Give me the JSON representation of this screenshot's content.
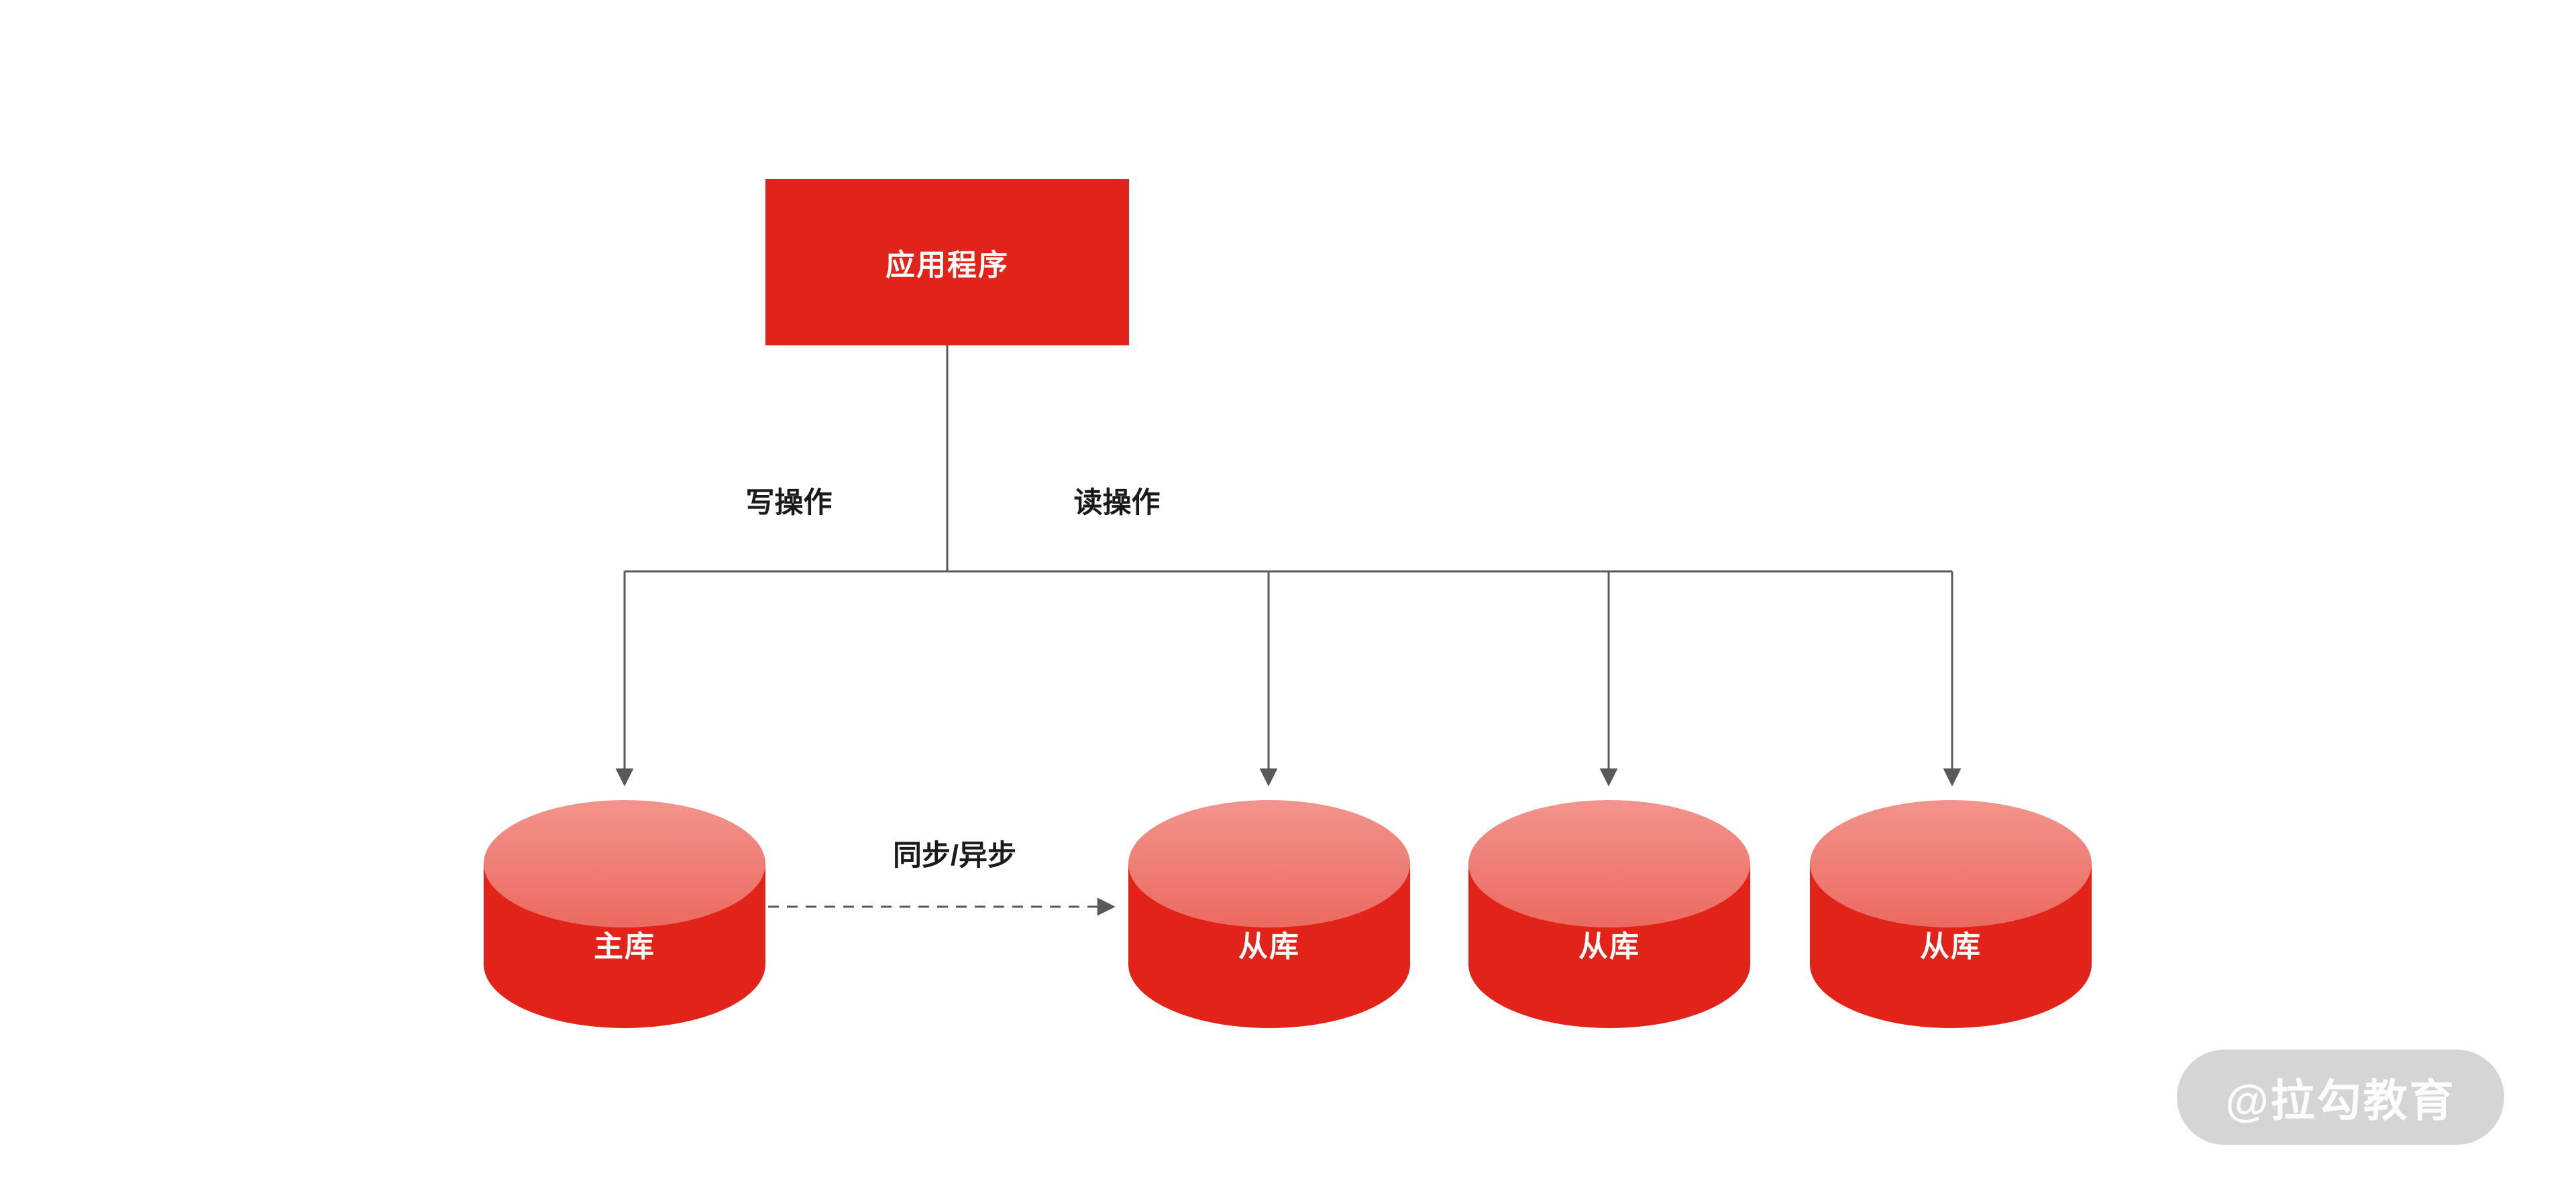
{
  "diagram": {
    "app_box": {
      "label": "应用程序"
    },
    "edges": {
      "write_label": "写操作",
      "read_label": "读操作",
      "sync_label": "同步/异步"
    },
    "databases": {
      "master": {
        "label": "主库"
      },
      "slaves": [
        {
          "label": "从库"
        },
        {
          "label": "从库"
        },
        {
          "label": "从库"
        }
      ]
    },
    "watermark": {
      "text": "@拉勾教育"
    },
    "colors": {
      "primary_red": "#e2231a",
      "cylinder_top_red": "#ee7e75",
      "line_gray": "#595959",
      "label_text": "#1a1a1a",
      "box_text": "#ffffff",
      "watermark_bg": "rgba(178,178,178,0.55)",
      "watermark_text": "#ffffff"
    }
  }
}
